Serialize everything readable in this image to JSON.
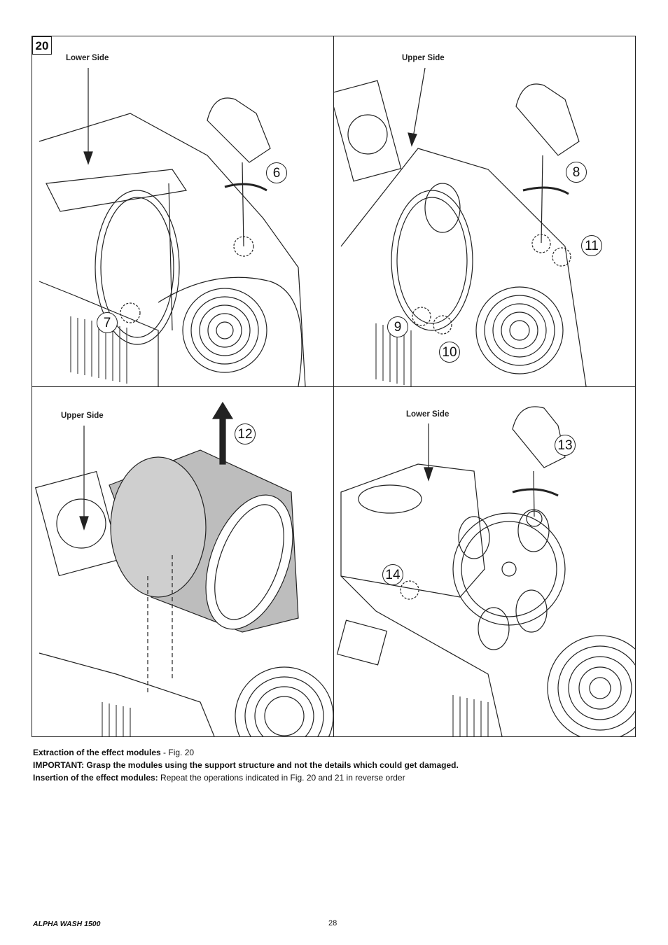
{
  "figure": {
    "number": "20",
    "panels": [
      {
        "side_label": "Lower Side",
        "steps": [
          "6",
          "7"
        ]
      },
      {
        "side_label": "Upper Side",
        "steps": [
          "8",
          "11",
          "9",
          "10"
        ]
      },
      {
        "side_label": "Upper Side",
        "steps": [
          "12"
        ]
      },
      {
        "side_label": "Lower Side",
        "steps": [
          "13",
          "14"
        ]
      }
    ]
  },
  "caption": {
    "line1_bold": "Extraction of the effect modules",
    "line1_rest": " - Fig. 20",
    "line2_bold": "IMPORTANT: Grasp the modules using the support structure and not the details which could get damaged.",
    "line3_bold": "Insertion of the effect modules:",
    "line3_rest": " Repeat the operations indicated in Fig. 20 and 21 in reverse order"
  },
  "footer": {
    "model": "ALPHA WASH 1500",
    "page": "28"
  }
}
